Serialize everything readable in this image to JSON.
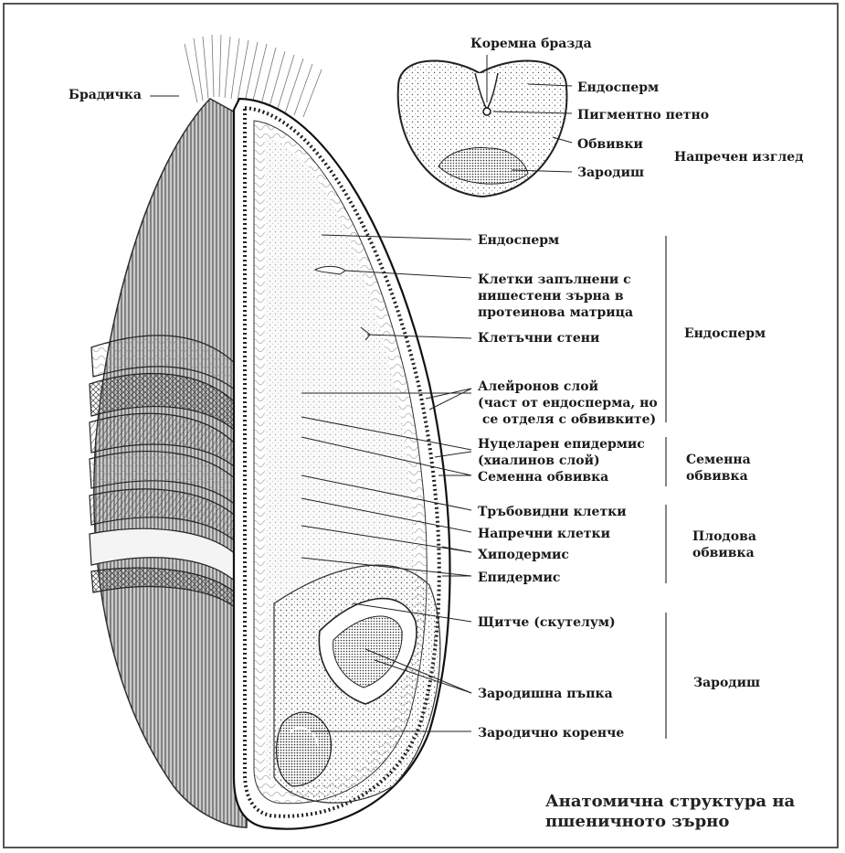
{
  "title": [
    "Анатомична структура на",
    "пшеничното зърно"
  ],
  "cross_section": {
    "heading": "Напречен изглед",
    "labels": {
      "crease": "Коремна бразда",
      "endosperm": "Ендосперм",
      "pigment": "Пигментно петно",
      "coverings": "Обвивки",
      "germ": "Зародиш"
    }
  },
  "beard_label": "Брадичка",
  "parts": [
    {
      "lines": [
        "Ендосперм"
      ]
    },
    {
      "lines": [
        "Клетки запълнени с",
        "нишестени зърна в",
        "протеинова матрица"
      ]
    },
    {
      "lines": [
        "Клетъчни стени"
      ]
    },
    {
      "lines": [
        "Алейронов слой",
        "(част от ендосперма, но",
        " се отделя с обвивките)"
      ]
    },
    {
      "lines": [
        "Нуцеларен епидермис",
        "(хиалинов слой)"
      ]
    },
    {
      "lines": [
        "Семенна обвивка"
      ]
    },
    {
      "lines": [
        "Тръбовидни клетки"
      ]
    },
    {
      "lines": [
        "Напречни клетки"
      ]
    },
    {
      "lines": [
        "Хиподермис"
      ]
    },
    {
      "lines": [
        "Епидермис"
      ]
    },
    {
      "lines": [
        "Щитче (скутелум)"
      ]
    },
    {
      "lines": [
        "Зародишна пъпка"
      ]
    },
    {
      "lines": [
        "Зародично коренче"
      ]
    }
  ],
  "groups": [
    {
      "lines": [
        "Ендосперм"
      ]
    },
    {
      "lines": [
        "Семенна",
        "обвивка"
      ]
    },
    {
      "lines": [
        "Плодова",
        "обвивка"
      ]
    },
    {
      "lines": [
        "Зародиш"
      ]
    }
  ],
  "colors": {
    "ink": "#1a1a1a",
    "frame": "#555555",
    "shade": "#3a3a3a"
  }
}
